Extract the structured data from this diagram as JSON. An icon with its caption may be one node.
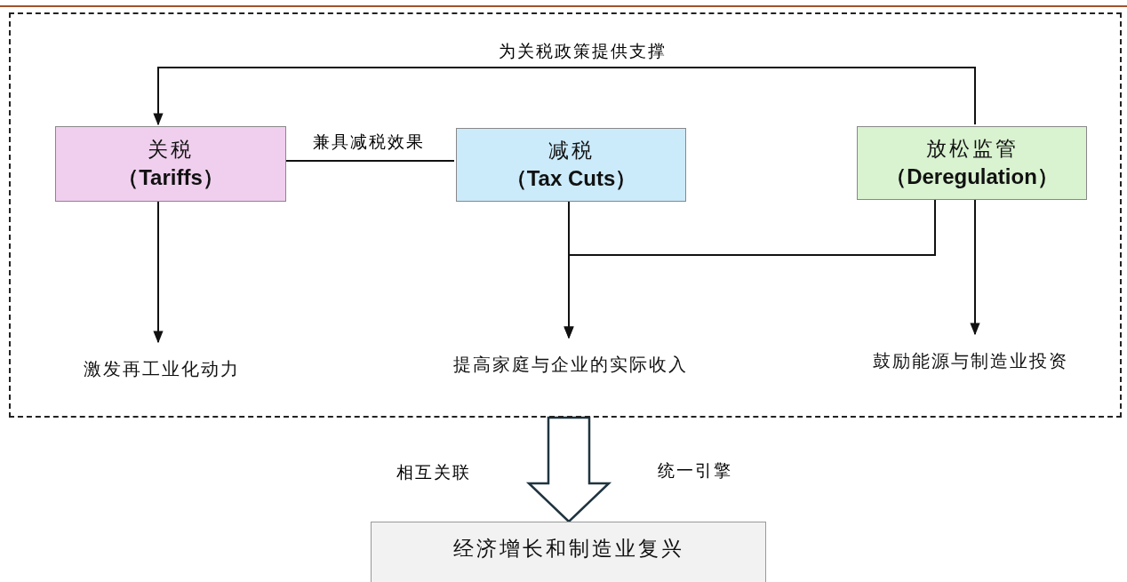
{
  "diagram": {
    "nodes": [
      {
        "text": [],
        "shape": "box"
      },
      {
        "text": [
          "关税",
          "（Tariffs）"
        ],
        "in": 0
      },
      {
        "text": [
          "减税",
          "（Tax Cuts）"
        ],
        "in": 0
      },
      {
        "text": [
          "放松监管",
          "（Deregulation）"
        ],
        "in": 0
      },
      {
        "text": [
          "激发再工业化动力"
        ],
        "in": 0
      },
      {
        "text": [
          "提高家庭与企业的实际收入"
        ],
        "in": 0
      },
      {
        "text": [
          "鼓励能源与制造业投资"
        ],
        "in": 0
      },
      {
        "text": [
          "经济增长和制造业复兴"
        ]
      }
    ],
    "edges": [
      {
        "from": 3,
        "to": 1,
        "arrow": "to",
        "label": "为关税政策提供支撑"
      },
      {
        "from": 1,
        "to": 2,
        "arrow": "none",
        "label": "兼具减税效果"
      },
      {
        "from": 1,
        "to": 4,
        "arrow": "to"
      },
      {
        "from": 2,
        "to": 5,
        "arrow": "to"
      },
      {
        "from": 3,
        "to": 5,
        "arrow": "to"
      },
      {
        "from": 3,
        "to": 6,
        "arrow": "to"
      },
      {
        "from": 0,
        "to": 7,
        "arrow": "to",
        "style": "thick"
      }
    ],
    "labels": [
      "相互关联",
      "统一引擎"
    ]
  }
}
